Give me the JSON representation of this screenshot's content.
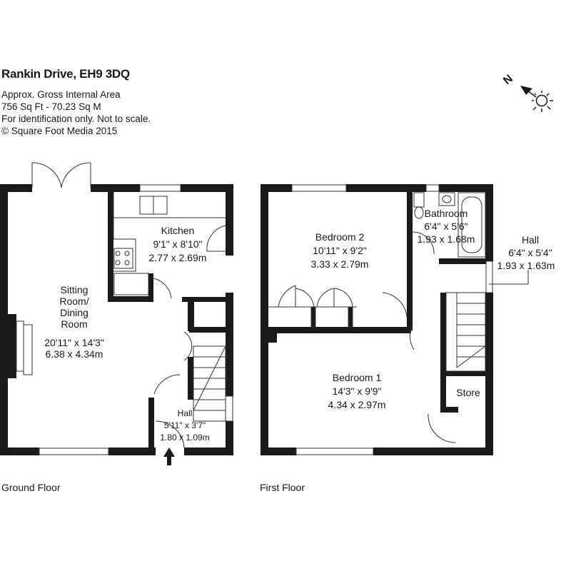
{
  "header": {
    "title": "Rankin Drive, EH9 3DQ",
    "lines": [
      "Approx. Gross Internal Area",
      "756 Sq Ft  -  70.23 Sq M",
      "For identification only. Not to scale.",
      "© Square Foot Media 2015"
    ]
  },
  "compass": {
    "label": "N",
    "icon": "north-arrow-sun-icon"
  },
  "ground_floor": {
    "label": "Ground Floor",
    "rooms": {
      "sitting": {
        "name_lines": [
          "Sitting",
          "Room/",
          "Dining",
          "Room"
        ],
        "imperial": "20'11\" x 14'3\"",
        "metric": "6.38 x 4.34m"
      },
      "kitchen": {
        "name": "Kitchen",
        "imperial": "9'1\" x 8'10\"",
        "metric": "2.77 x 2.69m"
      },
      "hall": {
        "name": "Hall",
        "imperial": "5'11\" x 3'7\"",
        "metric": "1.80 x 1.09m"
      }
    }
  },
  "first_floor": {
    "label": "First Floor",
    "rooms": {
      "bedroom2": {
        "name": "Bedroom 2",
        "imperial": "10'11\" x 9'2\"",
        "metric": "3.33 x 2.79m"
      },
      "bathroom": {
        "name": "Bathroom",
        "imperial": "6'4\" x 5'6\"",
        "metric": "1.93 x 1.68m"
      },
      "hall": {
        "name": "Hall",
        "imperial": "6'4\" x 5'4\"",
        "metric": "1.93 x 1.63m"
      },
      "bedroom1": {
        "name": "Bedroom 1",
        "imperial": "14'3\" x 9'9\"",
        "metric": "4.34 x 2.97m"
      },
      "store": {
        "name": "Store"
      }
    }
  },
  "colors": {
    "wall": "#1a1a1a",
    "thin_line": "#333333",
    "background": "#ffffff"
  }
}
